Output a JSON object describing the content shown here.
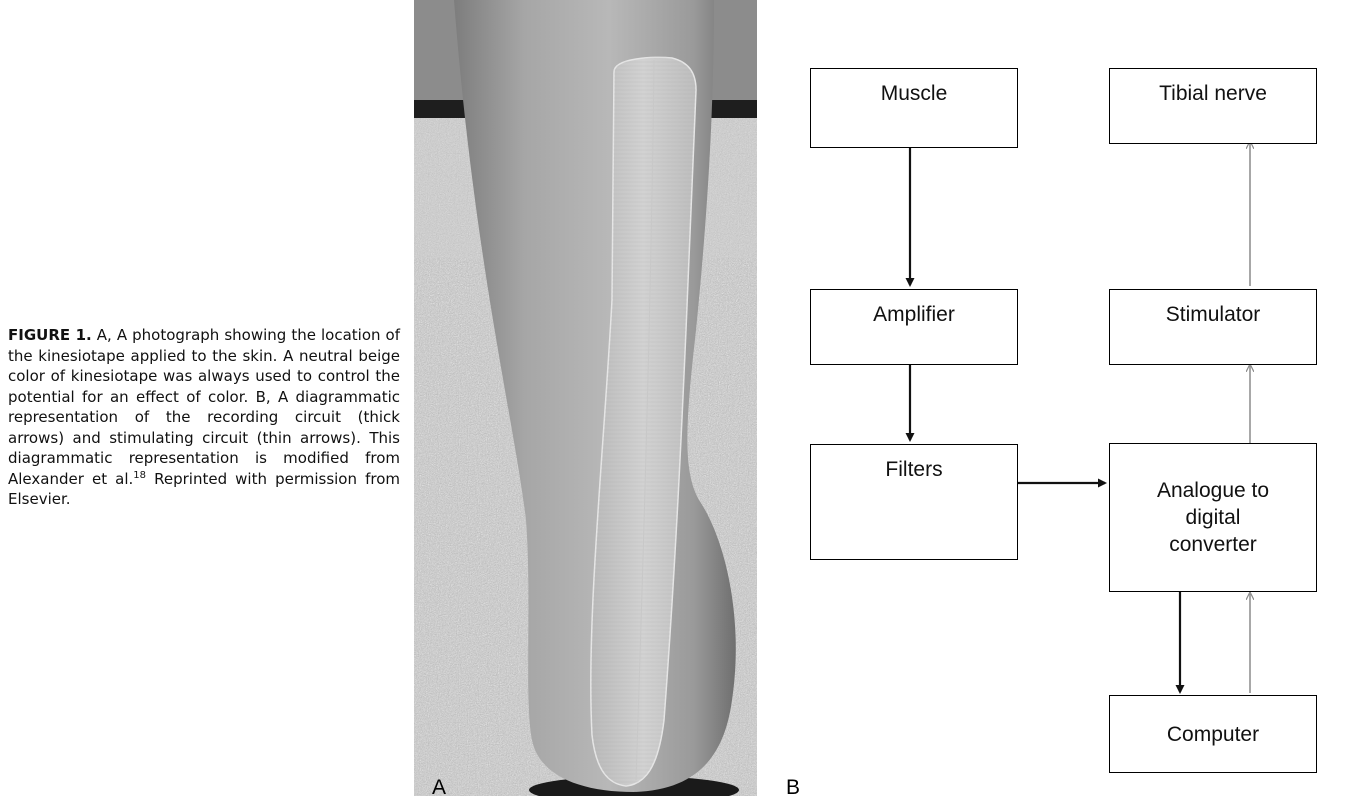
{
  "caption": {
    "label": "FIGURE 1.",
    "text": " A, A photograph showing the location of the kinesiotape applied to the skin. A neutral beige color of kinesiotape was always used to control the potential for an effect of color. B, A diagrammatic representation of the recording circuit (thick arrows) and stimulating circuit (thin arrows). This diagrammatic representation is modified from Alexander et al.",
    "ref": "18",
    "text_after": "  Reprinted with permission from Elsevier."
  },
  "panels": {
    "a": "A",
    "b": "B"
  },
  "diagram": {
    "muscle": "Muscle",
    "amplifier": "Amplifier",
    "filters": "Filters",
    "converter_line1": "Analogue to",
    "converter_line2": "digital",
    "converter_line3": "converter",
    "computer": "Computer",
    "stimulator": "Stimulator",
    "tibial_nerve": "Tibial nerve"
  },
  "colors": {
    "thick_arrow": "#111111",
    "thin_arrow": "#8a8a8a"
  }
}
